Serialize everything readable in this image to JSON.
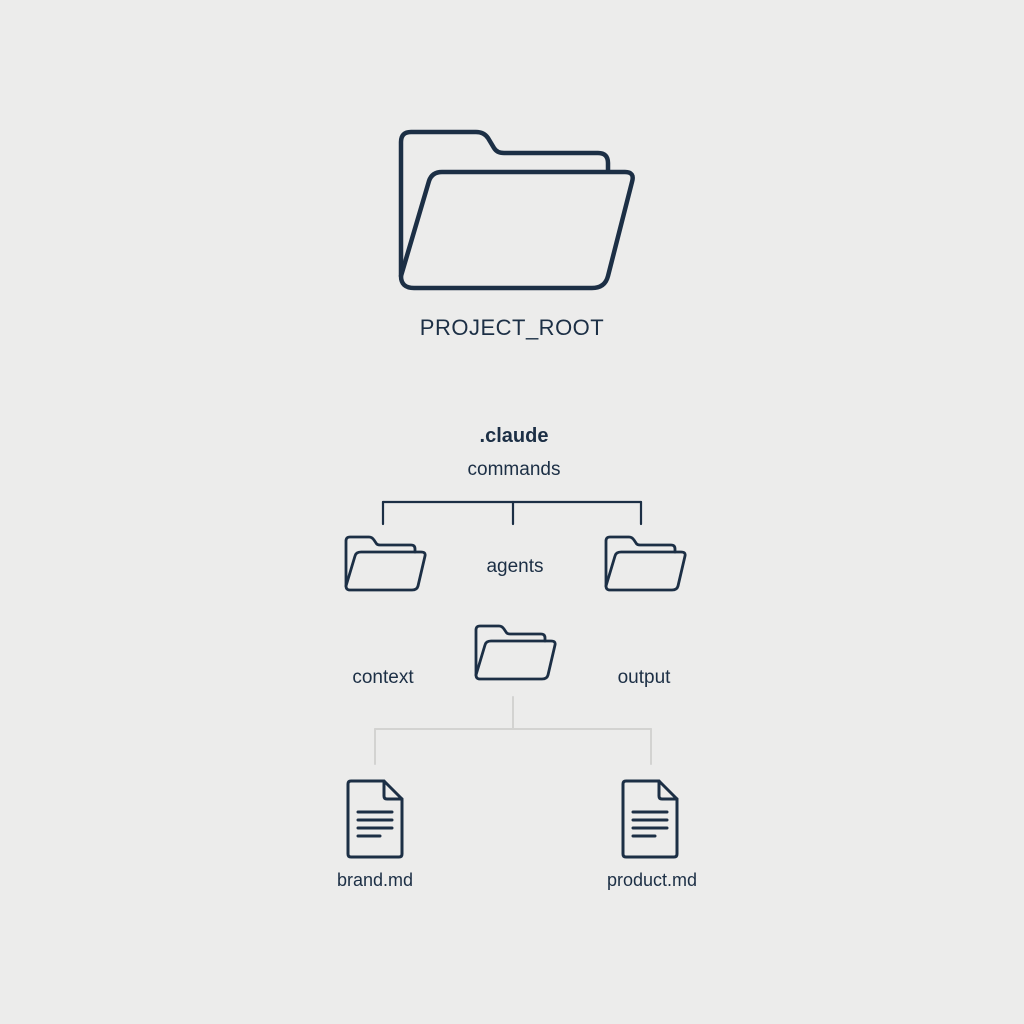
{
  "colors": {
    "background": "#ececeb",
    "stroke": "#1c2f45",
    "connector_light": "#d3d3d1"
  },
  "tree": {
    "root": {
      "label": "PROJECT_ROOT",
      "icon": "folder-icon"
    },
    "claude_dir": {
      "label": ".claude"
    },
    "commands_dir": {
      "label": "commands"
    },
    "agents_dir": {
      "label": "agents"
    },
    "context_dir": {
      "label": "context"
    },
    "output_dir": {
      "label": "output"
    },
    "files": [
      {
        "label": "brand.md",
        "icon": "document-icon"
      },
      {
        "label": "product.md",
        "icon": "document-icon"
      }
    ]
  }
}
